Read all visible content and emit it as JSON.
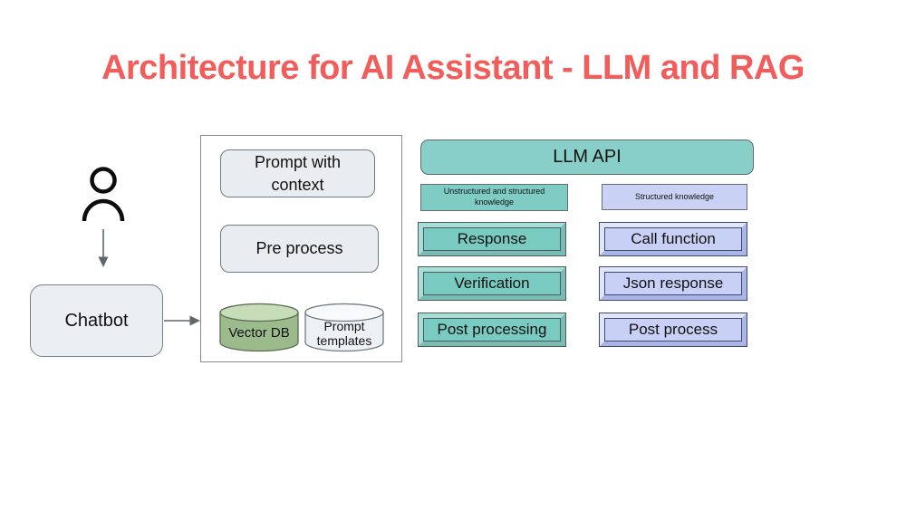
{
  "title": "Architecture for AI Assistant - LLM and RAG",
  "user_flow": {
    "user_icon": "person-icon",
    "chatbot": "Chatbot"
  },
  "pipeline_group": {
    "prompt_with_context": "Prompt with context",
    "pre_process": "Pre process",
    "vector_db": "Vector DB",
    "prompt_templates": "Prompt templates"
  },
  "llm": {
    "api_label": "LLM API",
    "columns": [
      {
        "header": "Unstructured and structured knowledge",
        "theme": "teal",
        "items": [
          "Response",
          "Verification",
          "Post processing"
        ]
      },
      {
        "header": "Structured knowledge",
        "theme": "lavender",
        "items": [
          "Call function",
          "Json response",
          "Post process"
        ]
      }
    ]
  },
  "colors": {
    "title": "#f25c5a",
    "teal": "#79cac0",
    "lavender": "#c9d0f5",
    "node_fill": "#eceff2",
    "vector_db_green": "#9cbb8c",
    "arrow": "#5f676d"
  }
}
